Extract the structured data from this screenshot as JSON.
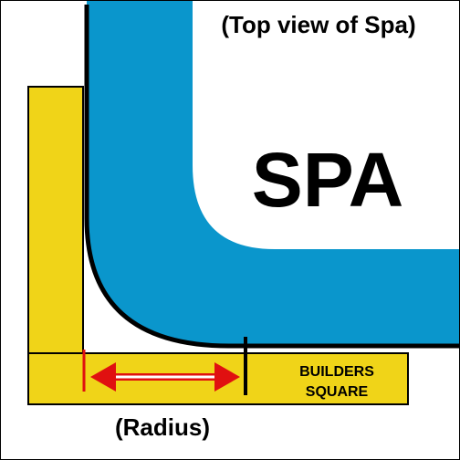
{
  "title": "(Top view of Spa)",
  "spa_label": "SPA",
  "square_label_line1": "BUILDERS",
  "square_label_line2": "SQUARE",
  "radius_label": "(Radius)",
  "colors": {
    "spa_wall": "#0a96cc",
    "builders_square": "#f0d418",
    "outline": "#000000",
    "arrow": "#e01010",
    "background": "#ffffff"
  }
}
